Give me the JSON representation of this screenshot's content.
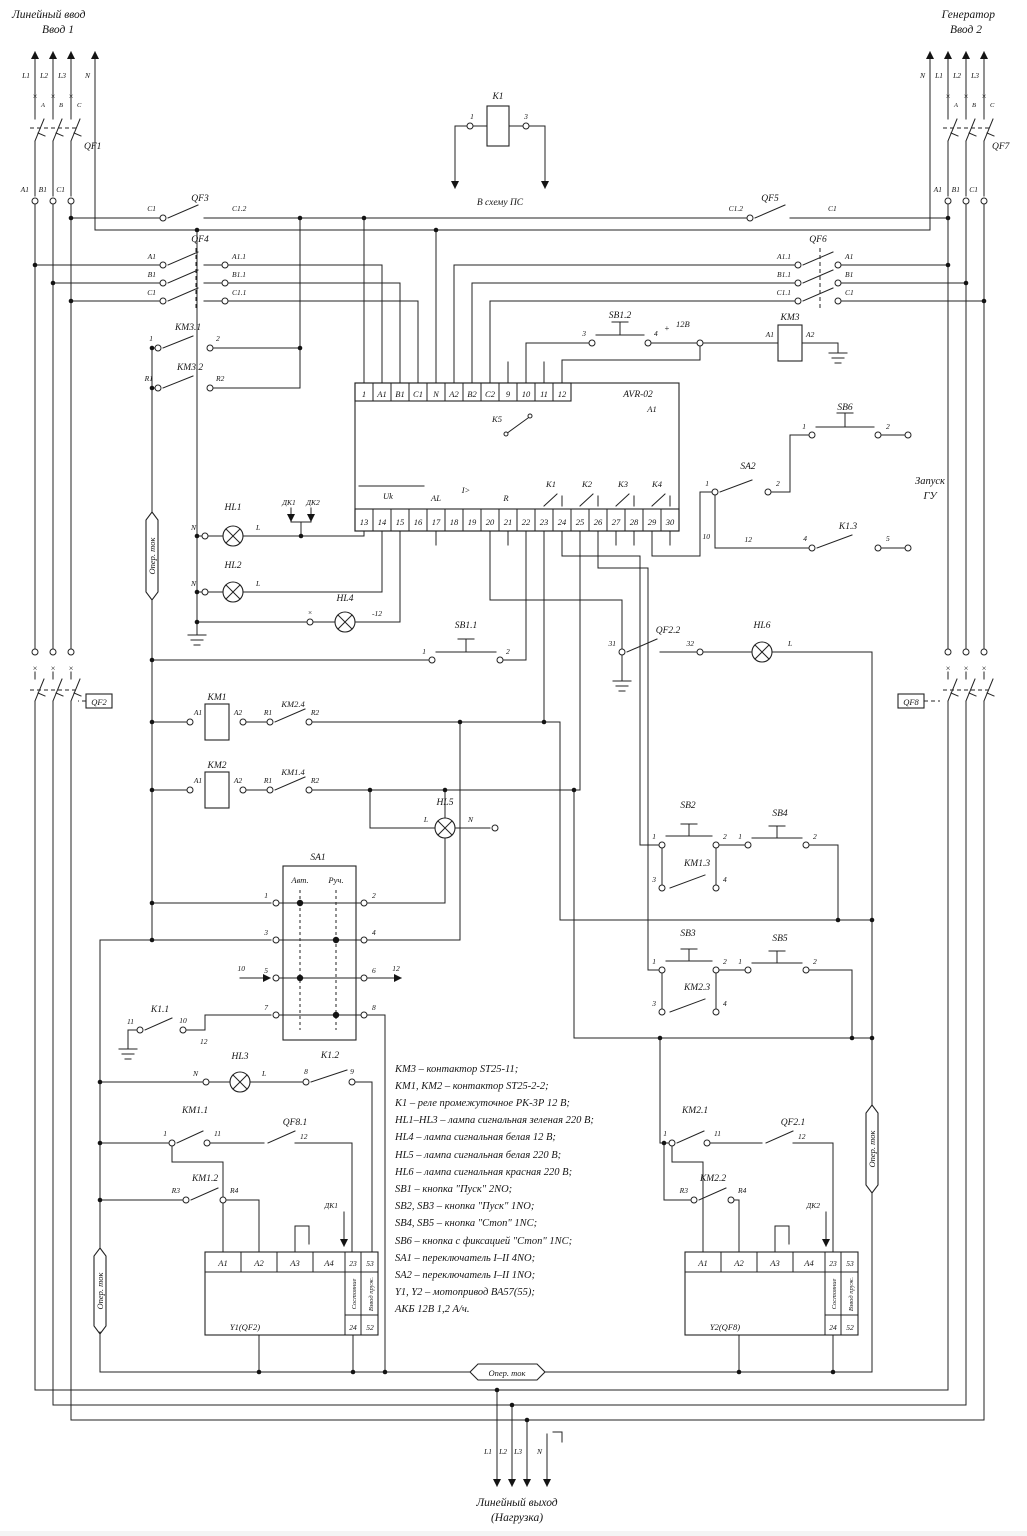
{
  "t": {
    "lineIn": "Линейный ввод",
    "vvod1": "Ввод 1",
    "gen": "Генератор",
    "vvod2": "Ввод 2",
    "out": "Линейный выход",
    "load": "(Нагрузка)",
    "ps": "В схему ПС",
    "zap": "Запуск",
    "gu": "ГУ",
    "oper": "Опер. ток",
    "avr": "AVR-02",
    "avt": "Авт.",
    "ruch": "Руч.",
    "sost": "Состояние",
    "vzvod": "Взвод пруж.",
    "y1": "Y1(QF2)",
    "y2": "Y2(QF8)",
    "qf1": "QF1",
    "qf2": "QF2",
    "qf3": "QF3",
    "qf4": "QF4",
    "qf5": "QF5",
    "qf6": "QF6",
    "qf7": "QF7",
    "qf8": "QF8",
    "qf21": "QF2.1",
    "qf22": "QF2.2",
    "qf81": "QF8.1",
    "k1": "К1",
    "k5": "K5",
    "k11": "K1.1",
    "k12": "K1.2",
    "k13": "K1.3",
    "km1": "KM1",
    "km2": "KM2",
    "km3": "KM3",
    "km11": "KM1.1",
    "km12": "KM1.2",
    "km13": "KM1.3",
    "km14": "KM1.4",
    "km21": "KM2.1",
    "km22": "KM2.2",
    "km23": "KM2.3",
    "km24": "KM2.4",
    "km31": "KM3.1",
    "km32": "KM3.2",
    "sb11": "SB1.1",
    "sb12": "SB1.2",
    "sb2": "SB2",
    "sb3": "SB3",
    "sb4": "SB4",
    "sb5": "SB5",
    "sb6": "SB6",
    "sa1": "SA1",
    "sa2": "SA2",
    "hl1": "HL1",
    "hl2": "HL2",
    "hl3": "HL3",
    "hl4": "HL4",
    "hl5": "HL5",
    "hl6": "HL6",
    "L1": "L1",
    "L2": "L2",
    "L3": "L3",
    "N": "N",
    "A": "A",
    "B": "B",
    "C": "C",
    "L": "L",
    "A1": "A1",
    "B1": "B1",
    "C1": "C1",
    "A2": "A2",
    "B2": "B2",
    "C2": "C2",
    "A3": "A3",
    "A4": "A4",
    "A11": "A1.1",
    "B11": "B1.1",
    "C11": "C1.1",
    "C12": "C1.2",
    "R1": "R1",
    "R2": "R2",
    "R3": "R3",
    "R4": "R4",
    "n1": "1",
    "n2": "2",
    "n3": "3",
    "n4": "4",
    "n5": "5",
    "n6": "6",
    "n7": "7",
    "n8": "8",
    "n9": "9",
    "n10": "10",
    "n11": "11",
    "n12": "12",
    "n23": "23",
    "n24": "24",
    "n31": "31",
    "n32": "32",
    "n52": "52",
    "n53": "53",
    "uk": "Uk",
    "al": "AL",
    "igt": "I>",
    "r": "R",
    "kk1": "K1",
    "kk2": "K2",
    "kk3": "K3",
    "kk4": "K4",
    "v12": "12В",
    "m12": "-12",
    "plus": "+",
    "dk1": "ДК1",
    "dk2": "ДК2",
    "x": "×"
  },
  "avrTop": [
    "1",
    "A1",
    "B1",
    "C1",
    "N",
    "A2",
    "B2",
    "C2",
    "9",
    "10",
    "11",
    "12"
  ],
  "avrBot": [
    "13",
    "14",
    "15",
    "16",
    "17",
    "18",
    "19",
    "20",
    "21",
    "22",
    "23",
    "24",
    "25",
    "26",
    "27",
    "28",
    "29",
    "30"
  ],
  "legend": [
    "КМ3 – контактор ST25-11;",
    "КМ1, КМ2 – контактор ST25-2-2;",
    "К1 – реле промежуточное РК-3Р 12 В;",
    "HL1–HL3 – лампа сигнальная зеленая 220 В;",
    "HL4 – лампа сигнальная белая 12 В;",
    "HL5 – лампа сигнальная белая 220 В;",
    "HL6 – лампа сигнальная красная 220 В;",
    "SB1 –  кнопка \"Пуск\" 2NO;",
    "SB2, SB3 – кнопка \"Пуск\" 1NO;",
    "SB4, SB5 – кнопка \"Стоп\" 1NC;",
    "SB6 – кнопка с фиксацией \"Стоп\" 1NC;",
    "SA1 – переключатель I–II 4NO;",
    "SA2 – переключатель I–II 1NO;",
    "Y1, Y2 – мотопривод ВА57(55);",
    "АКБ 12В 1,2 А/ч."
  ]
}
